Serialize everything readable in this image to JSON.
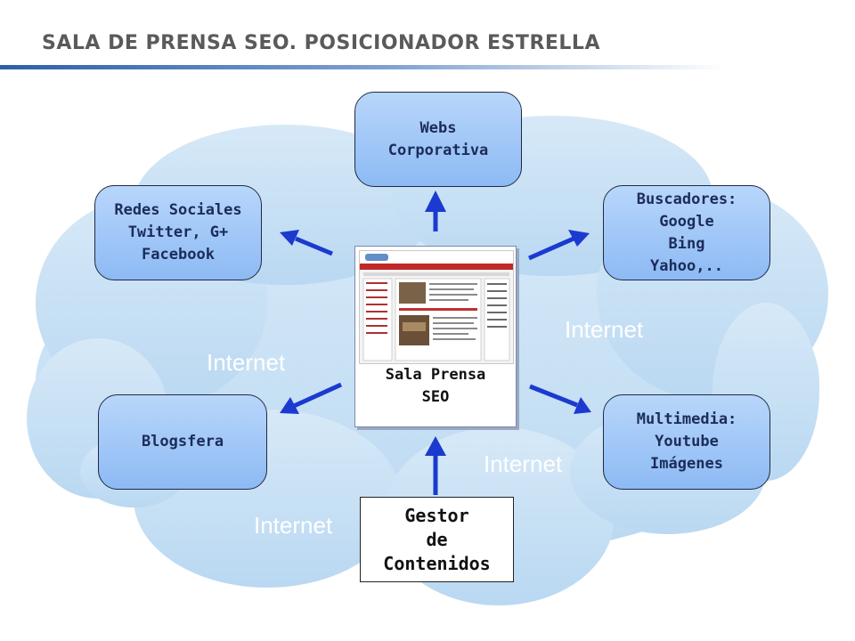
{
  "title": "SALA DE PRENSA SEO. POSICIONADOR ESTRELLA",
  "center": {
    "label": "Sala Prensa\nSEO"
  },
  "nodes": {
    "webs": "Webs\nCorporativa",
    "redes": "Redes Sociales\nTwitter, G+\nFacebook",
    "buscadores": "Buscadores:\nGoogle\nBing\nYahoo,..",
    "blogsfera": "Blogsfera",
    "multimedia": "Multimedia:\nYoutube\nImágenes",
    "gestor": "Gestor\nde\nContenidos"
  },
  "internet_labels": [
    "Internet",
    "Internet",
    "Internet",
    "Internet"
  ],
  "colors": {
    "box_fill": "#9cc4f7",
    "arrow": "#1a3ad0",
    "cloud": "#c9e1f5",
    "title_bar": "#2d5fa8"
  }
}
